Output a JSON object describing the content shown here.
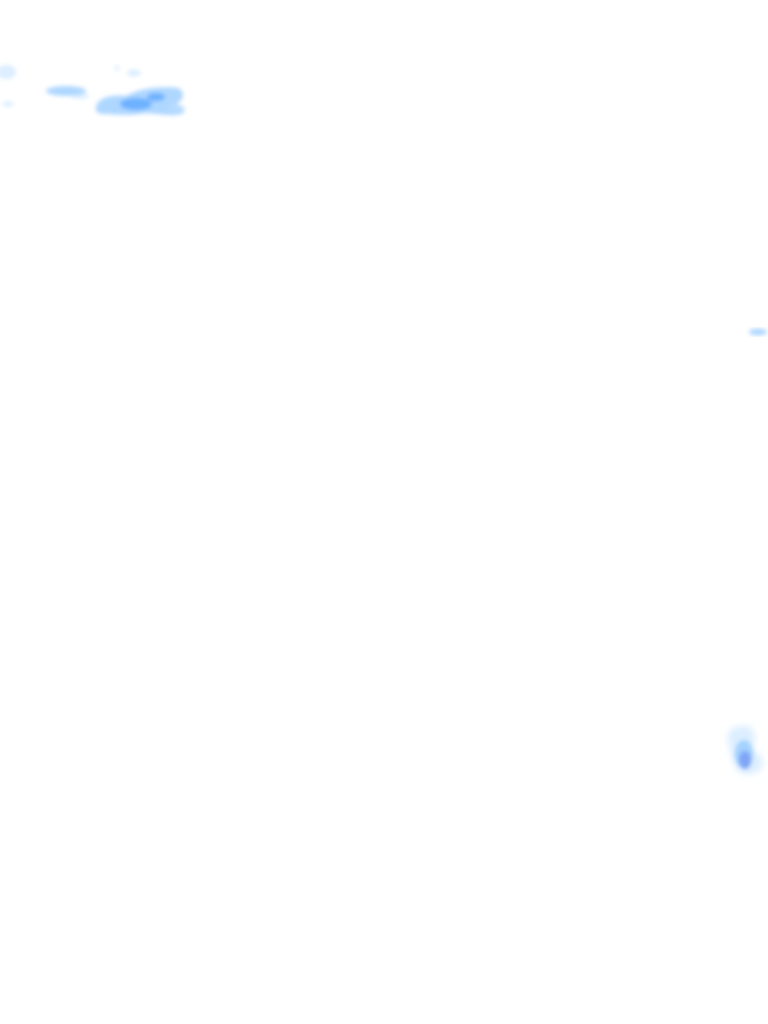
{
  "map": {
    "layer": "radar-precipitation-overlay",
    "background_color": "#ffffff",
    "palette": {
      "light": "#bfe0ff",
      "medium": "#8cc6ff",
      "strong": "#5fa8ff",
      "core": "#7a9cf5"
    },
    "echoes": [
      {
        "name": "echo-cluster-northwest",
        "intensity": "medium"
      },
      {
        "name": "echo-cluster-north-central",
        "intensity": "strong"
      },
      {
        "name": "echo-fleck-east",
        "intensity": "medium"
      },
      {
        "name": "echo-cell-southeast",
        "intensity": "strong"
      }
    ]
  }
}
